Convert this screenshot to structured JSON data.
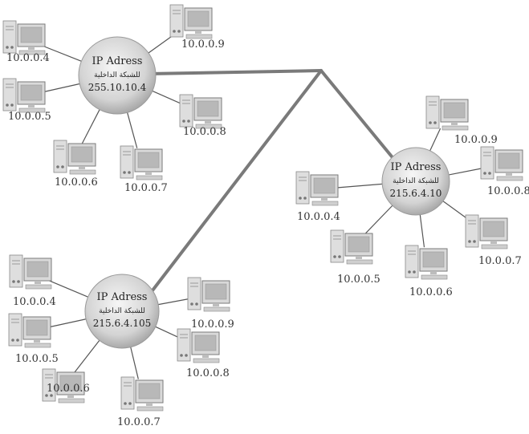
{
  "colors": {
    "backbone": "#7a7a7a",
    "spoke": "#555555",
    "hub_center": "#f4f4f4",
    "hub_edge": "#9a9a9a",
    "monitor_frame": "#d9d9d9",
    "monitor_screen": "#b8b8b8",
    "tower": "#dedede"
  },
  "networks": [
    {
      "id": "net-a",
      "hub": {
        "title": "IP Adress",
        "subtitle": "للشبكة الداخلية",
        "address": "255.10.10.4"
      },
      "hosts": [
        "10.0.0.4",
        "10.0.0.5",
        "10.0.0.6",
        "10.0.0.7",
        "10.0.0.8",
        "10.0.0.9"
      ]
    },
    {
      "id": "net-b",
      "hub": {
        "title": "IP Adress",
        "subtitle": "للشبكة الداخلية",
        "address": "215.6.4.10"
      },
      "hosts": [
        "10.0.0.9",
        "10.0.0.8",
        "10.0.0.7",
        "10.0.0.6",
        "10.0.0.5",
        "10.0.0.4"
      ]
    },
    {
      "id": "net-c",
      "hub": {
        "title": "IP Adress",
        "subtitle": "للشبكة الداخلية",
        "address": "215.6.4.105"
      },
      "hosts": [
        "10.0.0.4",
        "10.0.0.5",
        "10.0.0.6",
        "10.0.0.7",
        "10.0.0.8",
        "10.0.0.9"
      ]
    }
  ]
}
